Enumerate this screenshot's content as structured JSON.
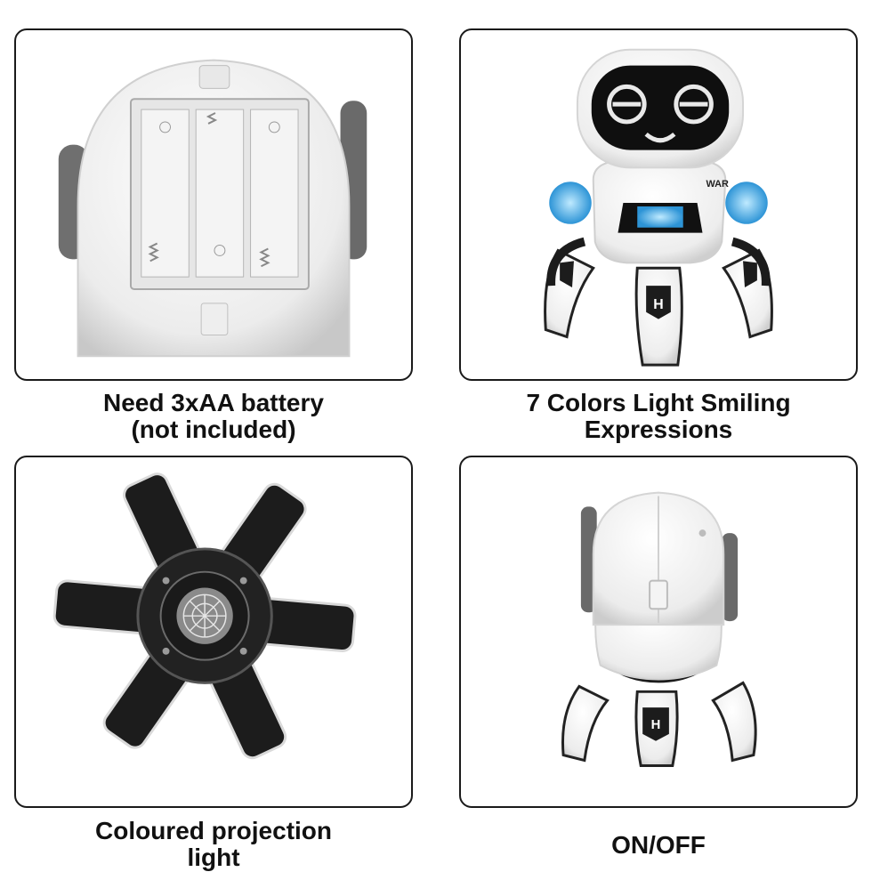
{
  "panels": [
    {
      "id": "battery",
      "caption_lines": [
        "Need 3xAA battery",
        "(not included)"
      ],
      "badge": ""
    },
    {
      "id": "face",
      "caption_lines": [
        "7 Colors Light Smiling",
        "Expressions"
      ],
      "badge": "WAR"
    },
    {
      "id": "underside",
      "caption_lines": [
        "Coloured projection",
        "light"
      ],
      "badge": ""
    },
    {
      "id": "back",
      "caption_lines": [
        "ON/OFF"
      ],
      "badge": ""
    }
  ],
  "leg_letter": "H",
  "colors": {
    "border": "#1a1a1a",
    "robot_white": "#f2f2f2",
    "robot_shadow": "#c9c9c9",
    "visor": "#111111",
    "light_blue": "#3fa9e6",
    "leg_black": "#1c1c1c"
  }
}
